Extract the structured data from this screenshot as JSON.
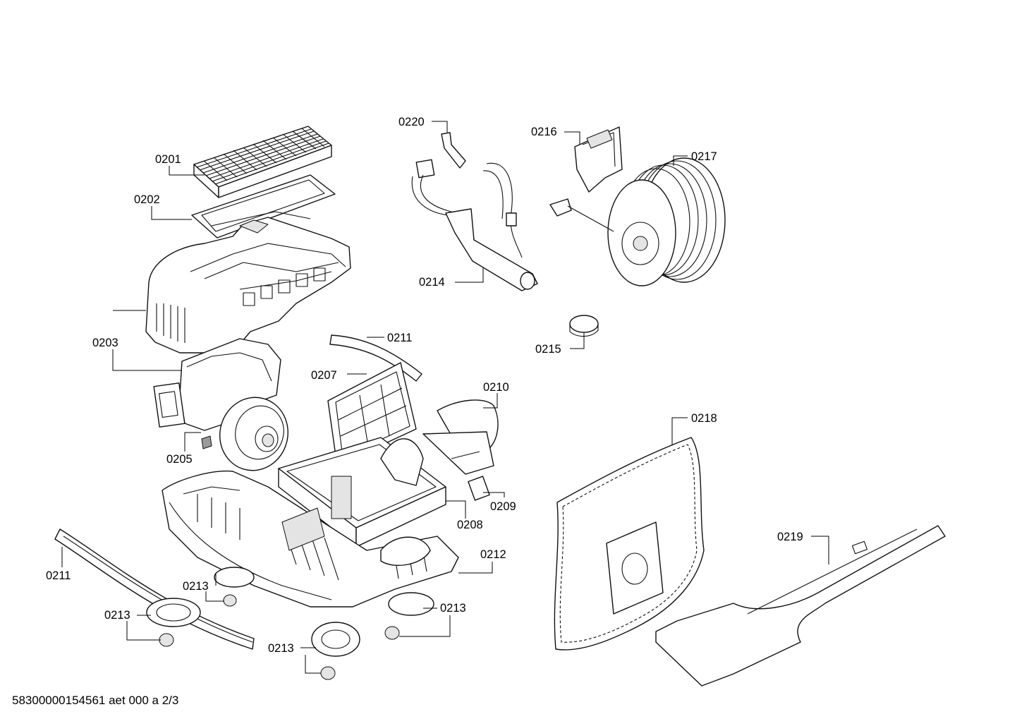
{
  "document_id": "58300000154561 aet 000 a 2/3",
  "callouts": {
    "c0201": "0201",
    "c0202": "0202",
    "c0203": "0203",
    "c0205": "0205",
    "c0207": "0207",
    "c0208": "0208",
    "c0209": "0209",
    "c0210": "0210",
    "c0211a": "0211",
    "c0211b": "0211",
    "c0212": "0212",
    "c0213a": "0213",
    "c0213b": "0213",
    "c0213c": "0213",
    "c0213d": "0213",
    "c0214": "0214",
    "c0215": "0215",
    "c0216": "0216",
    "c0217": "0217",
    "c0218": "0218",
    "c0219": "0219",
    "c0220": "0220"
  }
}
